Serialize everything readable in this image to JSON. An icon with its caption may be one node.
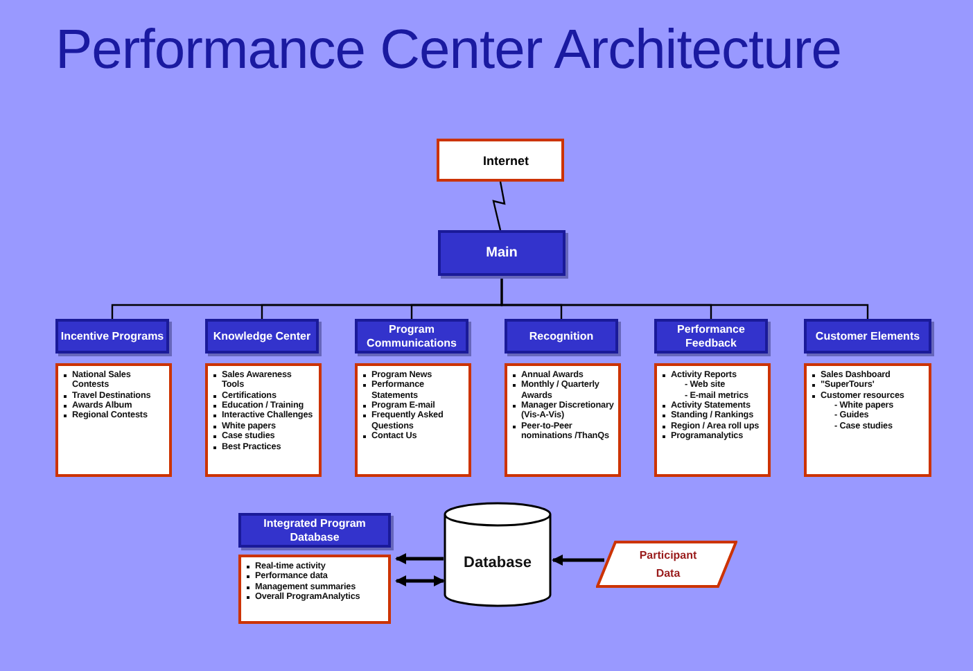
{
  "diagram": {
    "title": "Performance Center Architecture",
    "nodes": [
      {
        "text": [
          "Internet"
        ]
      },
      {
        "text": [
          "Main"
        ]
      },
      {
        "text": [
          "Incentive Programs"
        ]
      },
      {
        "text": [
          "Knowledge Center"
        ]
      },
      {
        "text": [
          "Program Communications"
        ]
      },
      {
        "text": [
          "Recognition"
        ]
      },
      {
        "text": [
          "Performance Feedback"
        ]
      },
      {
        "text": [
          "Customer Elements"
        ]
      },
      {
        "text": [
          "National Sales Contests",
          "Travel Destinations",
          "Awards Album",
          "Regional Contests"
        ]
      },
      {
        "text": [
          "Sales Awareness Tools",
          "Certifications",
          "Education / Training",
          "Interactive Challenges",
          "White papers",
          "Case studies",
          "Best Practices"
        ]
      },
      {
        "text": [
          "Program News",
          "Performance Statements",
          "Program E-mail",
          "Frequently Asked Questions",
          "Contact Us"
        ]
      },
      {
        "text": [
          "Annual Awards",
          "Monthly / Quarterly Awards",
          "Manager Discretionary (Vis-A-Vis)",
          "Peer-to-Peer nominations /ThanQs"
        ]
      },
      {
        "text": [
          "Activity Reports",
          "- Web site",
          "- E-mail metrics",
          "Activity Statements",
          "Standing / Rankings",
          "Region / Area roll ups",
          "Programanalytics"
        ]
      },
      {
        "text": [
          "Sales Dashboard",
          "\"SuperTours'",
          "Customer resources",
          "- White papers",
          "- Guides",
          "- Case studies"
        ]
      },
      {
        "text": [
          "Integrated Program Database"
        ]
      },
      {
        "text": [
          "Real-time activity",
          "Performance data",
          "Management summaries",
          "Overall ProgramAnalytics"
        ]
      },
      {
        "text": [
          "Database"
        ]
      },
      {
        "text": [
          "Participant Data"
        ]
      }
    ],
    "edges": [
      {
        "from": 0,
        "to": 1,
        "arrow": "none"
      },
      {
        "from": 1,
        "to": 2,
        "arrow": "none"
      },
      {
        "from": 1,
        "to": 3,
        "arrow": "none"
      },
      {
        "from": 1,
        "to": 4,
        "arrow": "none"
      },
      {
        "from": 1,
        "to": 5,
        "arrow": "none"
      },
      {
        "from": 1,
        "to": 6,
        "arrow": "none"
      },
      {
        "from": 1,
        "to": 7,
        "arrow": "none"
      },
      {
        "from": 16,
        "to": 15,
        "arrow": "to"
      },
      {
        "from": 15,
        "to": 16,
        "arrow": "both"
      },
      {
        "from": 17,
        "to": 16,
        "arrow": "to"
      }
    ]
  }
}
